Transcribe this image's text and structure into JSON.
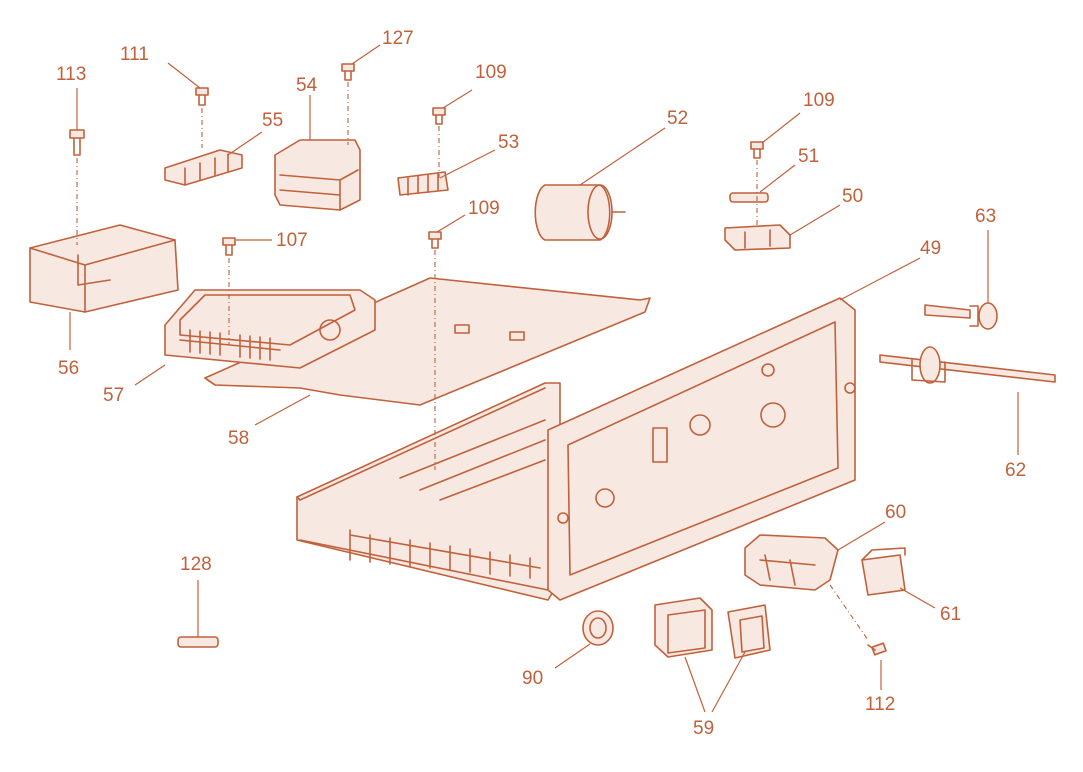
{
  "diagram": {
    "line_color": "#c1613b",
    "labels": {
      "p49": "49",
      "p50": "50",
      "p51": "51",
      "p52": "52",
      "p53": "53",
      "p54": "54",
      "p55": "55",
      "p56": "56",
      "p57": "57",
      "p58": "58",
      "p59": "59",
      "p60": "60",
      "p61": "61",
      "p62": "62",
      "p63": "63",
      "p90": "90",
      "p107": "107",
      "p109a": "109",
      "p109b": "109",
      "p109c": "109",
      "p111": "111",
      "p112": "112",
      "p113": "113",
      "p127": "127",
      "p128": "128"
    }
  }
}
